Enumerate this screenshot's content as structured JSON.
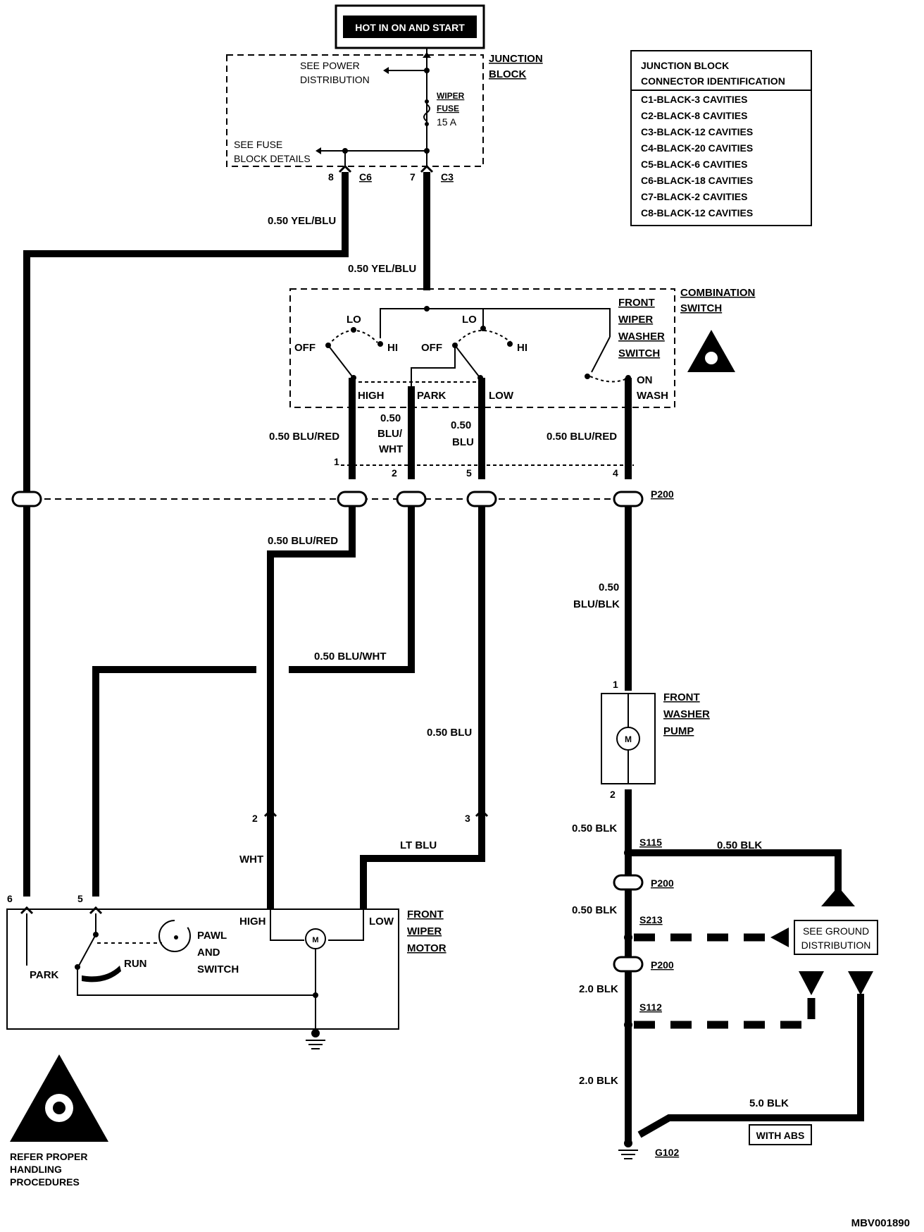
{
  "source": {
    "label": "HOT IN ON AND START"
  },
  "junction_block": {
    "title_line1": "JUNCTION",
    "title_line2": "BLOCK",
    "power_line1": "SEE POWER",
    "power_line2": "DISTRIBUTION",
    "fuse_line1": "WIPER",
    "fuse_line2": "FUSE",
    "fuse_rating": "15 A",
    "fuse_block_line1": "SEE FUSE",
    "fuse_block_line2": "BLOCK DETAILS",
    "pin_a": "8",
    "conn_a": "C6",
    "pin_b": "7",
    "conn_b": "C3"
  },
  "connector_table": {
    "header_line1": "JUNCTION BLOCK",
    "header_line2": "CONNECTOR IDENTIFICATION",
    "rows": [
      "C1-BLACK-3 CAVITIES",
      "C2-BLACK-8 CAVITIES",
      "C3-BLACK-12 CAVITIES",
      "C4-BLACK-20 CAVITIES",
      "C5-BLACK-6 CAVITIES",
      "C6-BLACK-18 CAVITIES",
      "C7-BLACK-2 CAVITIES",
      "C8-BLACK-12 CAVITIES"
    ]
  },
  "combination_switch": {
    "title_line1": "COMBINATION",
    "title_line2": "SWITCH",
    "washer_line1": "FRONT",
    "washer_line2": "WIPER",
    "washer_line3": "WASHER",
    "washer_line4": "SWITCH",
    "lo_1": "LO",
    "off_1": "OFF",
    "hi_1": "HI",
    "lo_2": "LO",
    "off_2": "OFF",
    "hi_2": "HI",
    "high": "HIGH",
    "park": "PARK",
    "low": "LOW",
    "on_wash_1": "ON",
    "on_wash_2": "WASH"
  },
  "wires": {
    "yel_blu_1": "0.50 YEL/BLU",
    "yel_blu_2": "0.50 YEL/BLU",
    "blu_red_1": "0.50 BLU/RED",
    "blu_wht_1a": "0.50",
    "blu_wht_1b": "BLU/",
    "blu_wht_1c": "WHT",
    "blu_1a": "0.50",
    "blu_1b": "BLU",
    "blu_red_2": "0.50 BLU/RED",
    "blu_red_3": "0.50 BLU/RED",
    "blu_blk_a": "0.50",
    "blu_blk_b": "BLU/BLK",
    "blu_wht_2": "0.50 BLU/WHT",
    "blu_2": "0.50 BLU",
    "wht": "WHT",
    "lt_blu": "LT BLU",
    "blk_1": "0.50 BLK",
    "blk_2": "0.50 BLK",
    "blk_3": "0.50 BLK",
    "blk_20_a": "2.0 BLK",
    "blk_20_b": "2.0 BLK",
    "blk_50": "5.0 BLK"
  },
  "connectors": {
    "p200_pins": [
      "1",
      "2",
      "5",
      "4"
    ],
    "p200_label": "P200",
    "p200_b": "P200",
    "p200_c": "P200",
    "motor_pin_2": "2",
    "motor_pin_3": "3",
    "motor_pin_6": "6",
    "motor_pin_5": "5",
    "pump_pin_1": "1",
    "pump_pin_2": "2"
  },
  "washer_pump": {
    "line1": "FRONT",
    "line2": "WASHER",
    "line3": "PUMP",
    "motor_symbol": "M"
  },
  "wiper_motor": {
    "line1": "FRONT",
    "line2": "WIPER",
    "line3": "MOTOR",
    "high": "HIGH",
    "low": "LOW",
    "motor_symbol": "M",
    "pawl_1": "PAWL",
    "pawl_2": "AND",
    "pawl_3": "SWITCH",
    "park": "PARK",
    "run": "RUN"
  },
  "splices": {
    "s115": "S115",
    "s213": "S213",
    "s112": "S112"
  },
  "ground": {
    "see_line1": "SEE GROUND",
    "see_line2": "DISTRIBUTION",
    "g102": "G102",
    "with_abs": "WITH ABS"
  },
  "caution": {
    "line1": "REFER PROPER",
    "line2": "HANDLING",
    "line3": "PROCEDURES"
  },
  "figure_id": "MBV001890"
}
